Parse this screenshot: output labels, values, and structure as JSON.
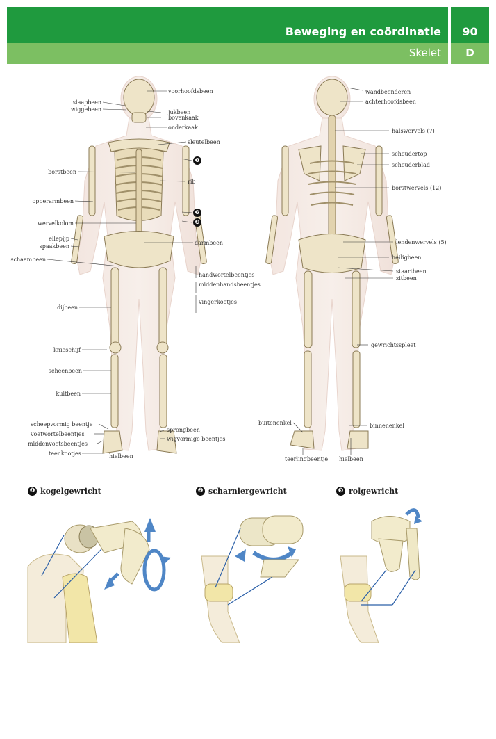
{
  "header": {
    "title": "Beweging en coördinatie",
    "page_number": "90",
    "subtitle": "Skelet",
    "section_letter": "D",
    "colors": {
      "dark_green": "#1f9a3e",
      "light_green": "#7cbf62"
    }
  },
  "front_labels": {
    "voorhoofdsbeen": "voorhoofdsbeen",
    "slaapbeen": "slaapbeen",
    "wiggebeen": "wiggebeen",
    "jukbeen": "jukbeen",
    "bovenkaak": "bovenkaak",
    "onderkaak": "onderkaak",
    "sleutelbeen": "sleutelbeen",
    "borstbeen": "borstbeen",
    "rib": "rib",
    "opperarmbeen": "opperarmbeen",
    "wervelkolom": "wervelkolom",
    "ellepijp": "ellepijp",
    "spaakbeen": "spaakbeen",
    "darmbeen": "darmbeen",
    "schaambeen": "schaambeen",
    "handwortelbeentjes": "handwortelbeentjes",
    "middenhandsbeentjes": "middenhandsbeentjes",
    "vingerkootjes": "vingerkootjes",
    "dijbeen": "dijbeen",
    "knieschijf": "knieschijf",
    "scheenbeen": "scheenbeen",
    "kuitbeen": "kuitbeen",
    "scheepvormig_beentje": "scheepvormig beentje",
    "voetwortelbeentjes": "voetwortelbeentjes",
    "middenvoetsbeentjes": "middenvoetsbeentjes",
    "teenkootjes": "teenkootjes",
    "hielbeen": "hielbeen",
    "sprongbeen": "sprongbeen",
    "wigvormige_beentjes": "wigvormige beentjes"
  },
  "back_labels": {
    "wandbeenderen": "wandbeenderen",
    "achterhoofdsbeen": "achterhoofdsbeen",
    "halswervels": "halswervels (7)",
    "schoudertop": "schoudertop",
    "schouderblad": "schouderblad",
    "borstwervels": "borstwervels (12)",
    "lendenwervels": "lendenwervels (5)",
    "heiligbeen": "heiligbeen",
    "staartbeen": "staartbeen",
    "zitbeen": "zitbeen",
    "gewrichtsspleet": "gewrichtsspleet",
    "buitenenkel": "buitenenkel",
    "binnenenkel": "binnenenkel",
    "teerlingbeentje": "teerlingbeentje",
    "hielbeen": "hielbeen"
  },
  "markers": {
    "m1": "❶",
    "m2": "❷",
    "m3": "❸"
  },
  "joints": [
    {
      "marker": "❶",
      "label": "kogelgewricht"
    },
    {
      "marker": "❷",
      "label": "scharniergewricht"
    },
    {
      "marker": "❸",
      "label": "rolgewricht"
    }
  ]
}
